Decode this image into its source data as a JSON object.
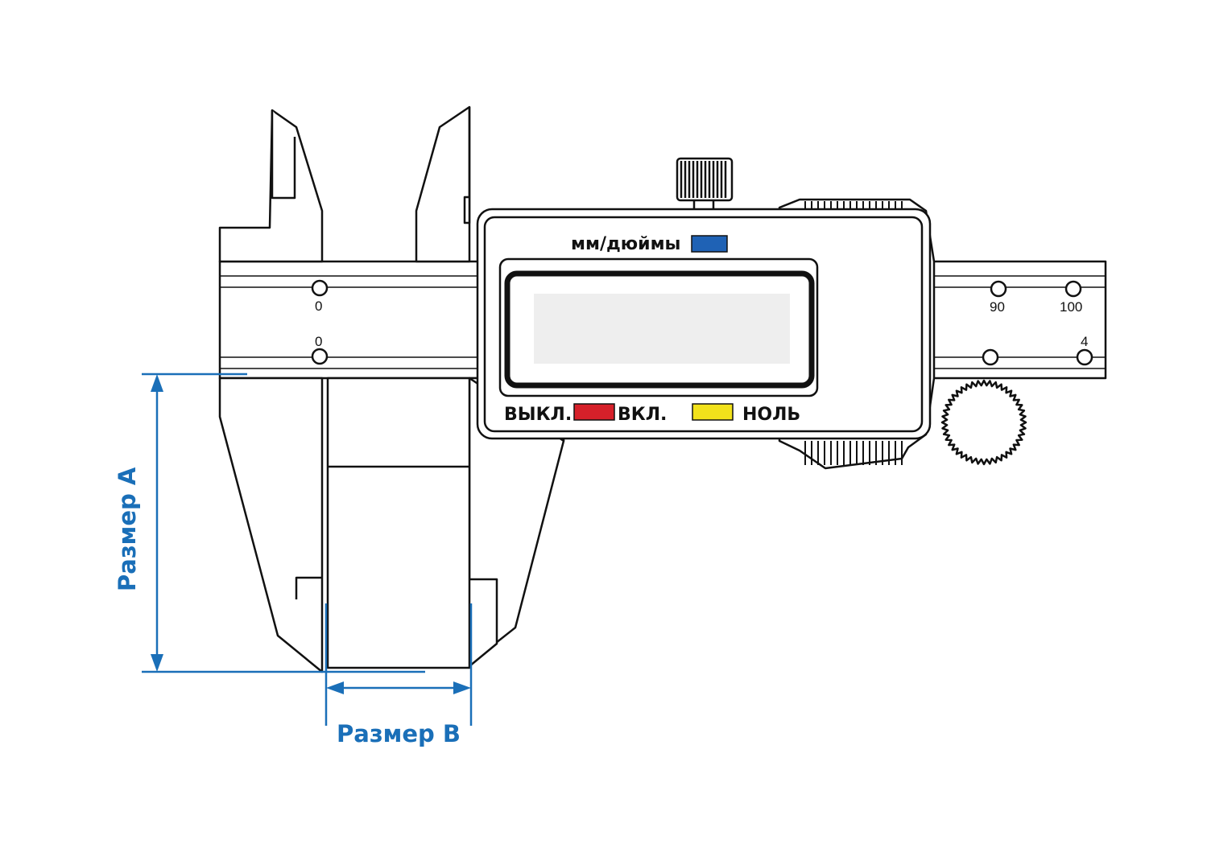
{
  "display": {
    "units_label": "мм/дюймы",
    "off_label": "ВЫКЛ.",
    "on_label": "ВКЛ.",
    "zero_label": "НОЛЬ",
    "colors": {
      "units_button": "#1f62b5",
      "on_off_button": "#d6202a",
      "zero_button": "#f2e21b",
      "screen": "#eeeeee"
    }
  },
  "scale": {
    "upper": [
      "0",
      "90",
      "100"
    ],
    "lower": [
      "0",
      "4"
    ]
  },
  "dimensions": {
    "a_label": "Размер А",
    "b_label": "Размер В",
    "color": "#1a6fb8"
  }
}
